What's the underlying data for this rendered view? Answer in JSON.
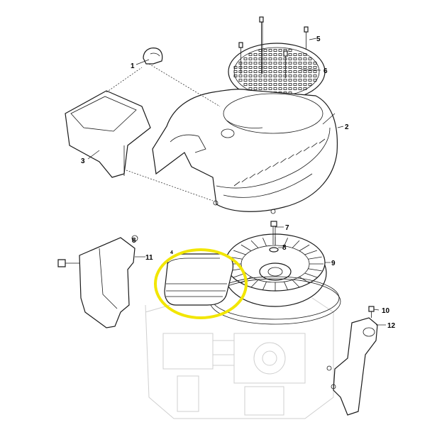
{
  "diagram": {
    "callouts": [
      {
        "id": "p1",
        "label": "1"
      },
      {
        "id": "p2",
        "label": "2"
      },
      {
        "id": "p3",
        "label": "3"
      },
      {
        "id": "p4",
        "label": "4"
      },
      {
        "id": "p5",
        "label": "5"
      },
      {
        "id": "p6",
        "label": "6"
      },
      {
        "id": "p7",
        "label": "7"
      },
      {
        "id": "p8a",
        "label": "8"
      },
      {
        "id": "p8b",
        "label": "8"
      },
      {
        "id": "p9",
        "label": "9"
      },
      {
        "id": "p10",
        "label": "10"
      },
      {
        "id": "p11",
        "label": "11"
      },
      {
        "id": "p12",
        "label": "12"
      }
    ],
    "highlight": {
      "part": "4",
      "color": "#f2e600"
    }
  }
}
